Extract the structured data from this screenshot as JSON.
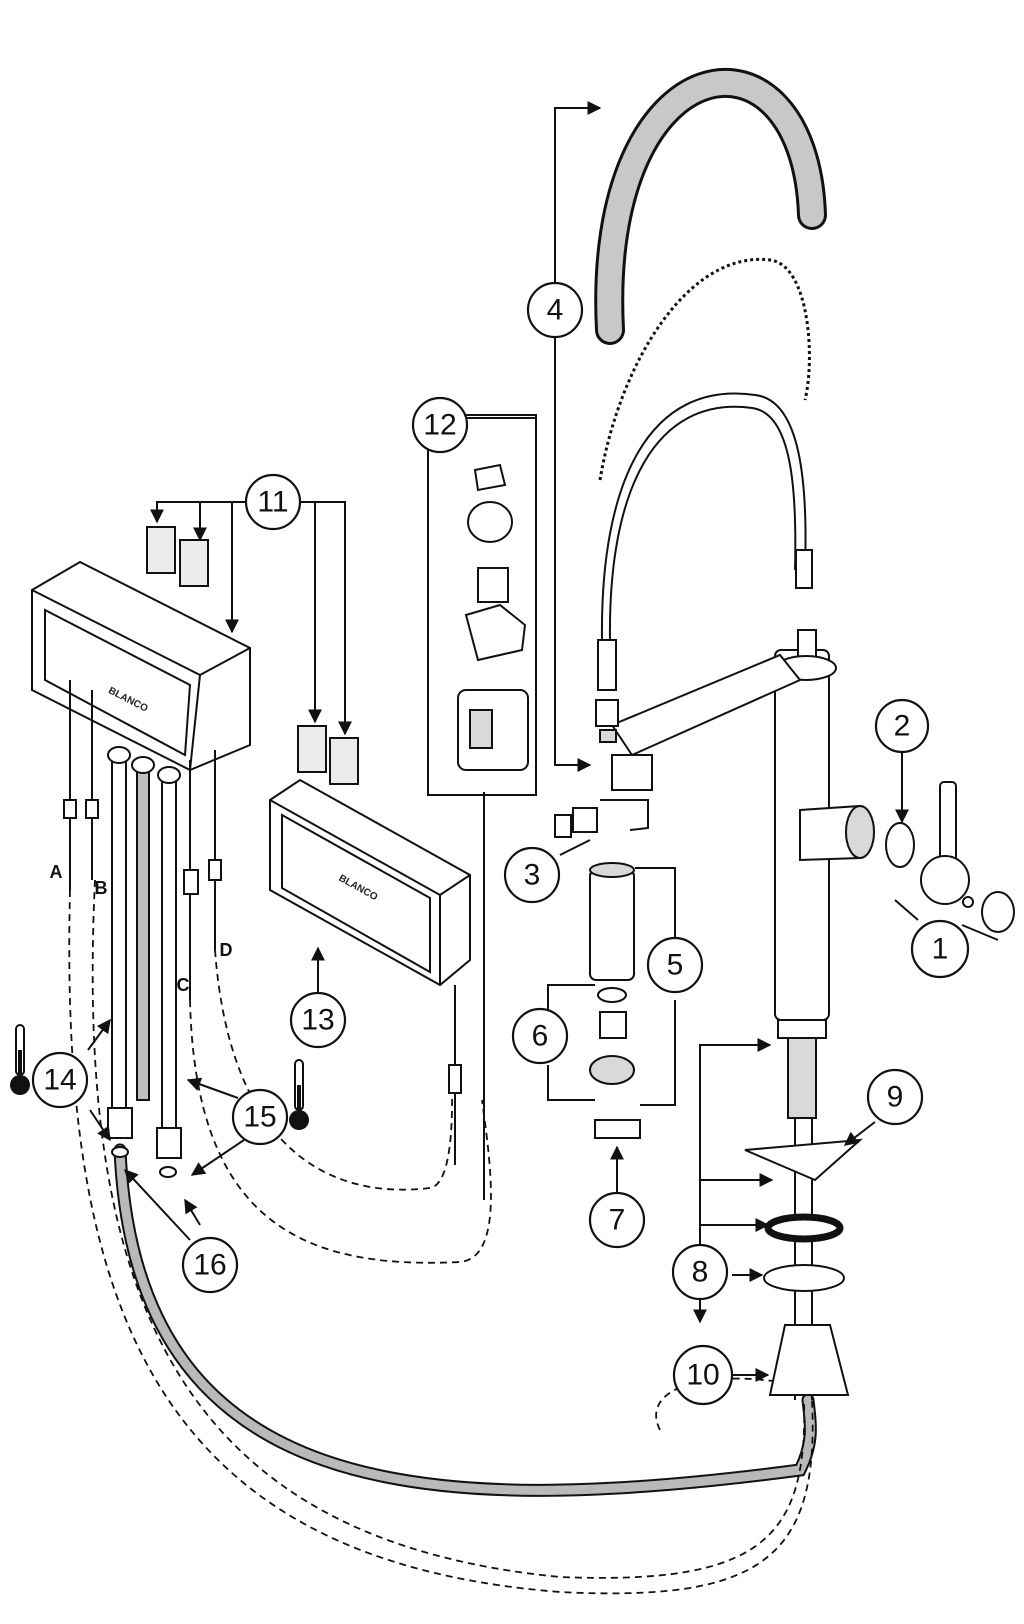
{
  "diagram": {
    "callouts": [
      {
        "id": "1",
        "label": "1"
      },
      {
        "id": "2",
        "label": "2"
      },
      {
        "id": "3",
        "label": "3"
      },
      {
        "id": "4",
        "label": "4"
      },
      {
        "id": "5",
        "label": "5"
      },
      {
        "id": "6",
        "label": "6"
      },
      {
        "id": "7",
        "label": "7"
      },
      {
        "id": "8",
        "label": "8"
      },
      {
        "id": "9",
        "label": "9"
      },
      {
        "id": "10",
        "label": "10"
      },
      {
        "id": "11",
        "label": "11"
      },
      {
        "id": "12",
        "label": "12"
      },
      {
        "id": "13",
        "label": "13"
      },
      {
        "id": "14",
        "label": "14"
      },
      {
        "id": "15",
        "label": "15"
      },
      {
        "id": "16",
        "label": "16"
      }
    ],
    "connector_letters": [
      {
        "id": "A",
        "label": "A"
      },
      {
        "id": "B",
        "label": "B"
      },
      {
        "id": "C",
        "label": "C"
      },
      {
        "id": "D",
        "label": "D"
      }
    ],
    "brand": "BLANCO",
    "icons": {
      "thermometer": "thermometer-icon",
      "arrow": "arrow-icon"
    }
  }
}
